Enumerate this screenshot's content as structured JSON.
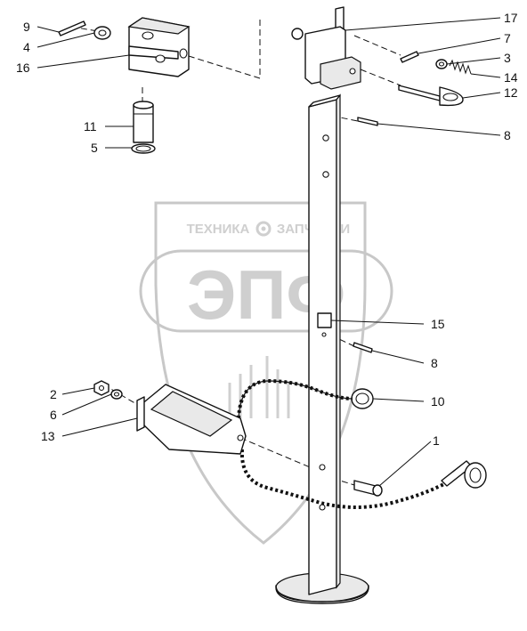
{
  "watermark": {
    "top_text": "ТЕХНИКА",
    "right_text": "ЗАПЧАСТИ",
    "main_text": "ЭПФ"
  },
  "callouts": [
    {
      "id": "c9",
      "label": "9"
    },
    {
      "id": "c4",
      "label": "4"
    },
    {
      "id": "c16",
      "label": "16"
    },
    {
      "id": "c11",
      "label": "11"
    },
    {
      "id": "c5",
      "label": "5"
    },
    {
      "id": "c17",
      "label": "17"
    },
    {
      "id": "c7",
      "label": "7"
    },
    {
      "id": "c3",
      "label": "3"
    },
    {
      "id": "c14",
      "label": "14"
    },
    {
      "id": "c12",
      "label": "12"
    },
    {
      "id": "c8a",
      "label": "8"
    },
    {
      "id": "c15",
      "label": "15"
    },
    {
      "id": "c8b",
      "label": "8"
    },
    {
      "id": "c10",
      "label": "10"
    },
    {
      "id": "c2",
      "label": "2"
    },
    {
      "id": "c6",
      "label": "6"
    },
    {
      "id": "c13",
      "label": "13"
    },
    {
      "id": "c1",
      "label": "1"
    }
  ]
}
